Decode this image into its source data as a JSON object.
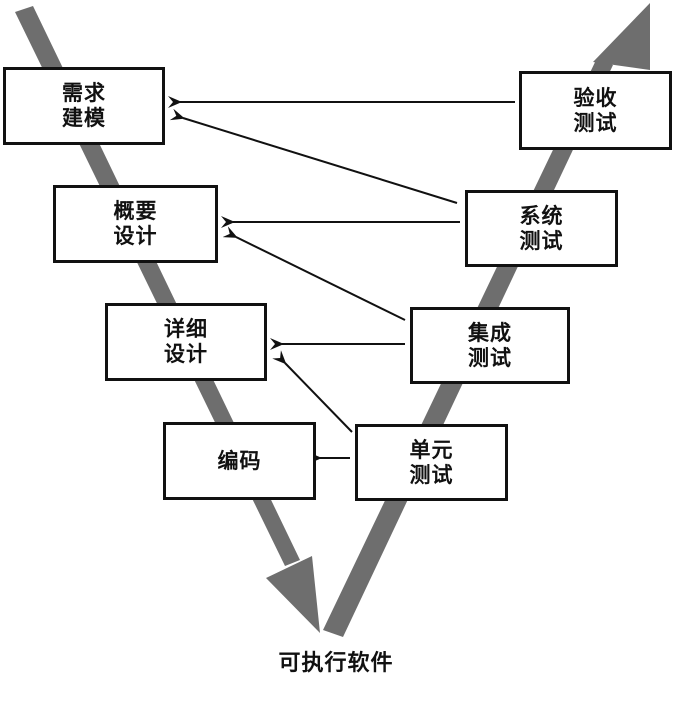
{
  "diagram": {
    "title": "V-Model",
    "colors": {
      "v_arrow": "#6e6e6e",
      "box_border": "#111111",
      "arrow_line": "#111111"
    },
    "left_phases": [
      {
        "id": "requirements",
        "line1": "需求",
        "line2": "建模"
      },
      {
        "id": "high-level-design",
        "line1": "概要",
        "line2": "设计"
      },
      {
        "id": "detailed-design",
        "line1": "详细",
        "line2": "设计"
      },
      {
        "id": "coding",
        "line1": "编码",
        "line2": ""
      }
    ],
    "right_phases": [
      {
        "id": "acceptance-test",
        "line1": "验收",
        "line2": "测试"
      },
      {
        "id": "system-test",
        "line1": "系统",
        "line2": "测试"
      },
      {
        "id": "integration-test",
        "line1": "集成",
        "line2": "测试"
      },
      {
        "id": "unit-test",
        "line1": "单元",
        "line2": "测试"
      }
    ],
    "links": [
      {
        "from": "acceptance-test",
        "to": "requirements"
      },
      {
        "from": "system-test",
        "to": "requirements"
      },
      {
        "from": "system-test",
        "to": "high-level-design"
      },
      {
        "from": "integration-test",
        "to": "high-level-design"
      },
      {
        "from": "integration-test",
        "to": "detailed-design"
      },
      {
        "from": "unit-test",
        "to": "detailed-design"
      },
      {
        "from": "unit-test",
        "to": "coding"
      }
    ],
    "bottom_label": "可执行软件"
  }
}
